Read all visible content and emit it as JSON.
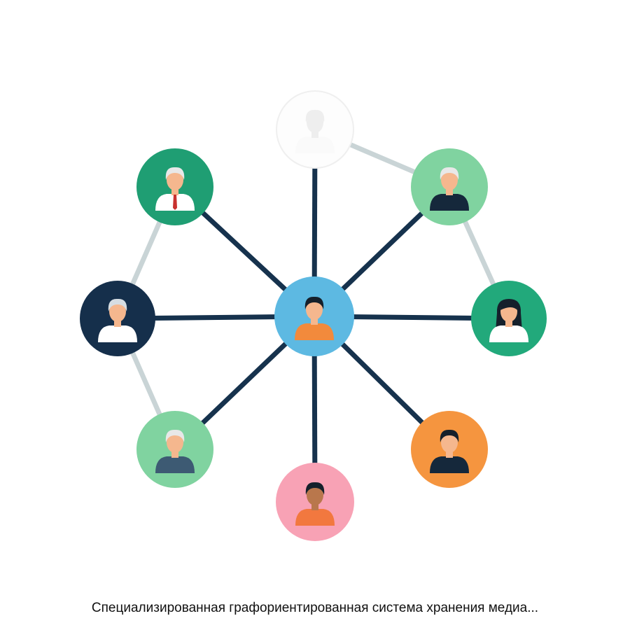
{
  "caption": "Специализированная графориентированная система хранения медиа...",
  "colors": {
    "spoke": "#16324d",
    "ring": "#c9d4d6",
    "skin": "#f5b78e"
  },
  "nodes": [
    {
      "id": "center",
      "bg": "#5db9e2",
      "hair": "#15202b",
      "shirt": "#f28a3c",
      "skin": "#f5b78e"
    },
    {
      "id": "top",
      "bg": "#fdfdfd",
      "hair": "#eeeeee",
      "shirt": "#fafafa",
      "skin": "#eeeeee",
      "faded": true
    },
    {
      "id": "top-left",
      "bg": "#1f9e73",
      "hair": "#e8e8e8",
      "shirt": "#ffffff",
      "skin": "#f5b78e",
      "tie": "#c8312f"
    },
    {
      "id": "top-right",
      "bg": "#80d3a0",
      "hair": "#e8e8e8",
      "shirt": "#15283b",
      "skin": "#f5b78e"
    },
    {
      "id": "left",
      "bg": "#152f4b",
      "hair": "#d6dde2",
      "shirt": "#ffffff",
      "skin": "#f5b78e"
    },
    {
      "id": "right",
      "bg": "#22a97b",
      "hair": "#15202b",
      "shirt": "#ffffff",
      "skin": "#f5b78e",
      "longhair": true
    },
    {
      "id": "bottom-left",
      "bg": "#80d3a0",
      "hair": "#e8e8e8",
      "shirt": "#3d5a73",
      "skin": "#f5b78e"
    },
    {
      "id": "bottom-right",
      "bg": "#f5953f",
      "hair": "#15202b",
      "shirt": "#15283b",
      "skin": "#f5b78e"
    },
    {
      "id": "bottom",
      "bg": "#f8a2b5",
      "hair": "#15202b",
      "shirt": "#f2783f",
      "skin": "#b9774c"
    }
  ]
}
